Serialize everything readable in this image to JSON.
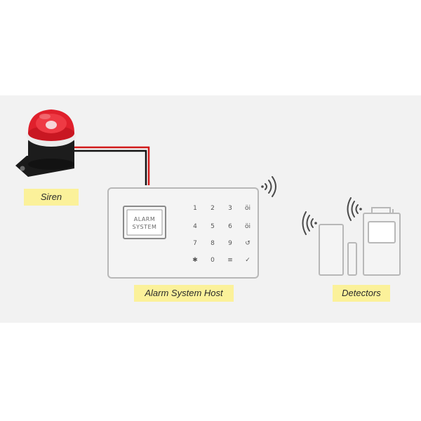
{
  "labels": {
    "siren": "Siren",
    "host": "Alarm System Host",
    "detectors": "Detectors"
  },
  "screen": {
    "line1": "ALARM",
    "line2": "SYSTEM"
  },
  "keypad": {
    "rows": [
      [
        "1",
        "2",
        "3",
        "öi"
      ],
      [
        "4",
        "5",
        "6",
        "öi"
      ],
      [
        "7",
        "8",
        "9",
        "↺"
      ],
      [
        "✱",
        "0",
        "≡",
        "✓"
      ]
    ]
  },
  "colors": {
    "stage_background": "#f2f2f2",
    "label_background": "#fbf19a",
    "device_outline": "#b8b8b8",
    "siren_red": "#e0202c",
    "siren_body": "#1c1c1c",
    "wire_red": "#d11a1a",
    "wire_black": "#111111"
  },
  "icons": {
    "siren": "siren-icon",
    "host_wifi": "wifi-signal-icon",
    "detector_wifi": "wifi-signal-icon",
    "door_sensor": "door-sensor-icon",
    "pir_sensor": "pir-sensor-icon"
  }
}
